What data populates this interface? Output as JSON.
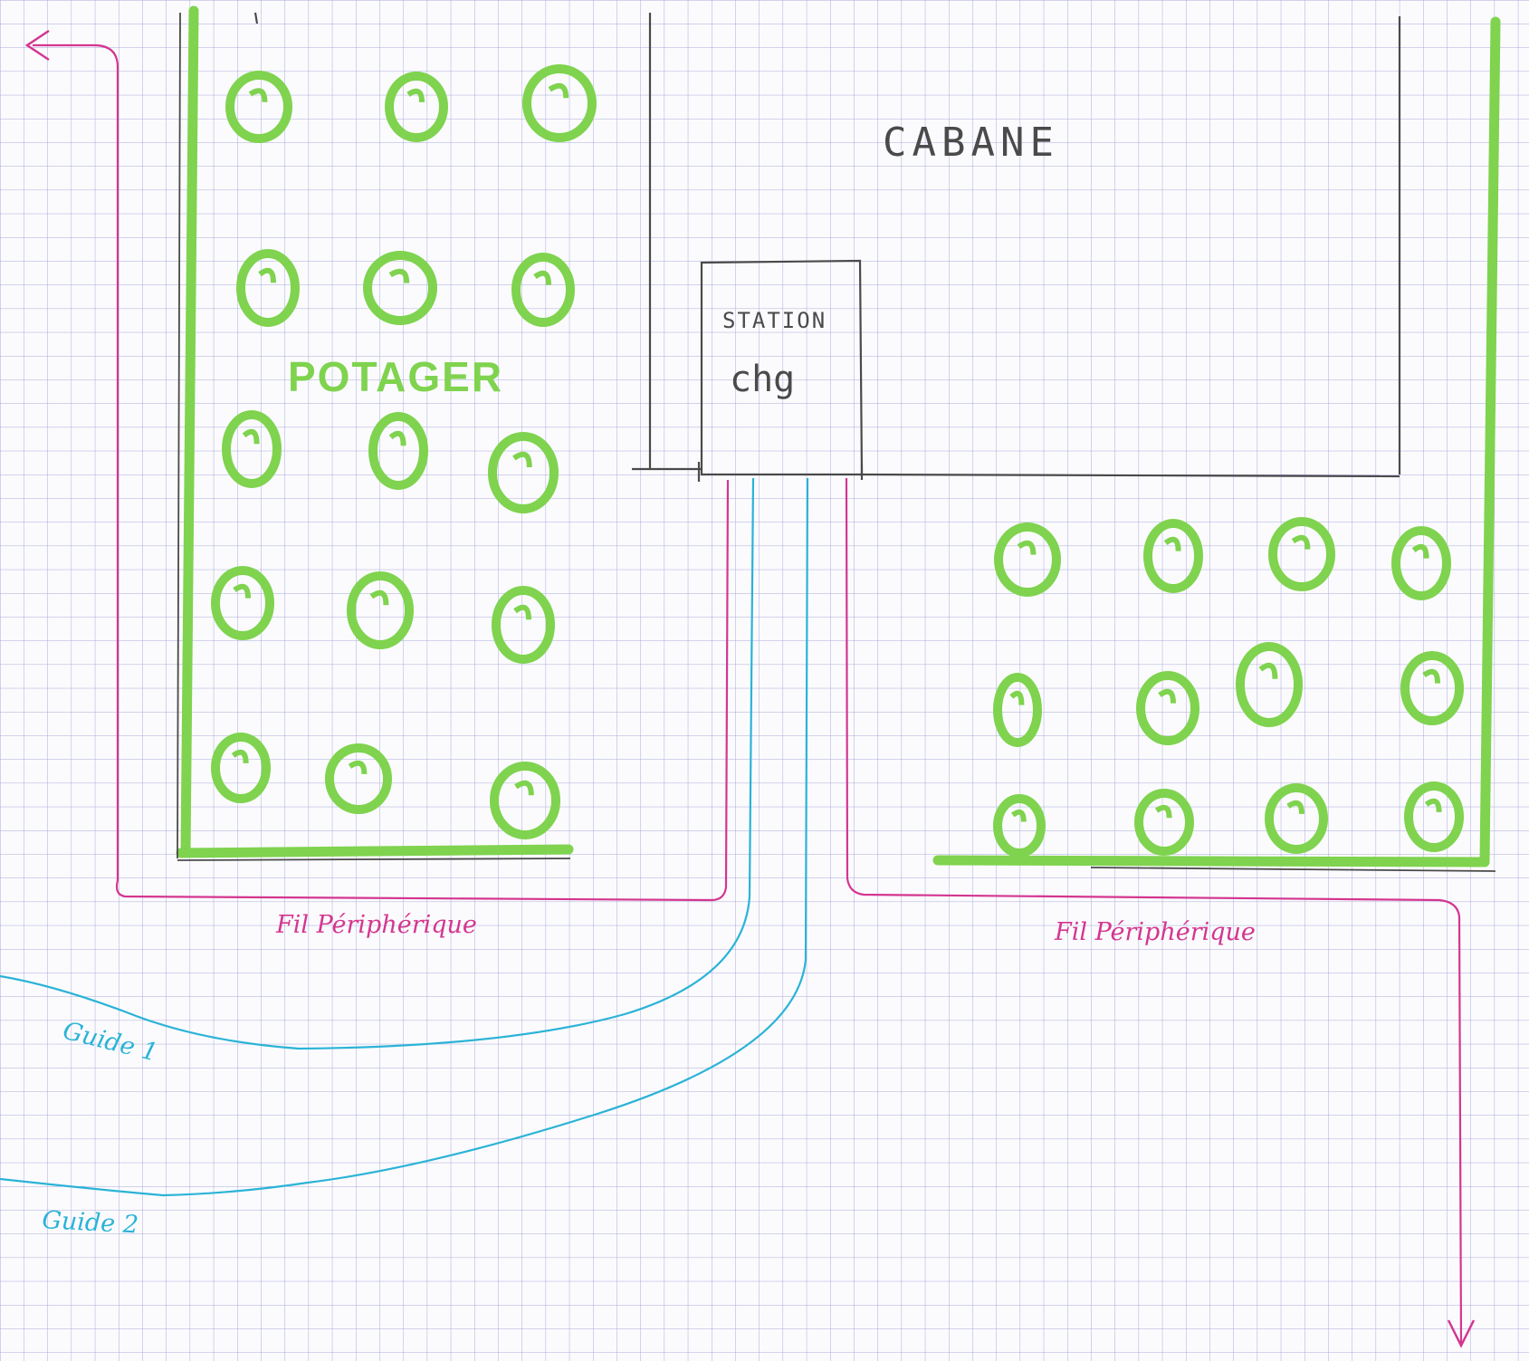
{
  "labels": {
    "cabane": "CABANE",
    "station_line1": "STATION",
    "station_line2": "chg",
    "potager": "POTAGER",
    "fil_left": "Fil Périphérique",
    "fil_right": "Fil Périphérique",
    "guide1": "Guide 1",
    "guide2": "Guide 2"
  },
  "colors": {
    "paper": "#fbfbfe",
    "grid": "#a9a9d8",
    "pencil": "#4a4a4a",
    "garden_green": "#7fd34e",
    "perimeter_wire": "#d4368f",
    "guide_wire": "#2bb3d6"
  },
  "icons": {
    "plant": "circle-plant-icon",
    "arrow": "arrowhead-icon"
  }
}
